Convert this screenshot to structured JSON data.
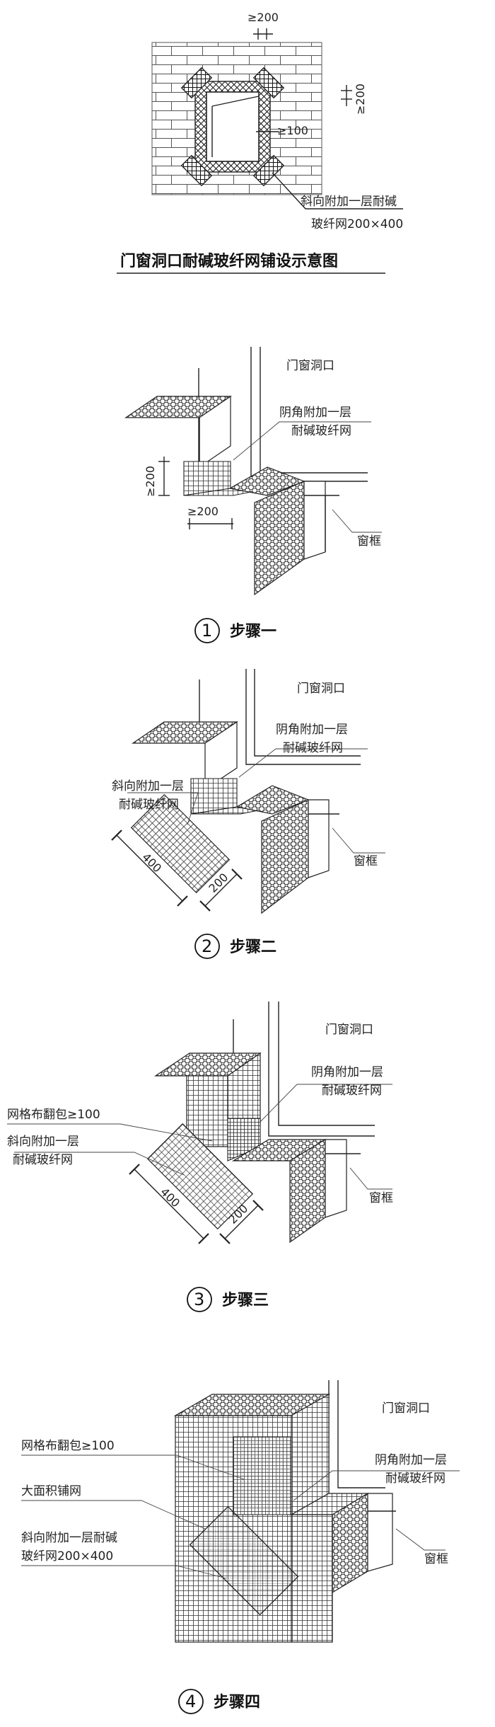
{
  "fig_top": {
    "dim_top": "≥200",
    "dim_right": "≥200",
    "dim_inner": "≥100",
    "note_line1": "斜向附加一层耐碱",
    "note_line2": "玻纤网200×400",
    "title": "门窗洞口耐碱玻纤网铺设示意图"
  },
  "step1": {
    "label_opening": "门窗洞口",
    "label_corner_1": "阴角附加一层",
    "label_corner_2": "耐碱玻纤网",
    "label_frame": "窗框",
    "dim_v": "≥200",
    "dim_h": "≥200",
    "num": "1",
    "caption": "步骤一"
  },
  "step2": {
    "label_opening": "门窗洞口",
    "label_corner_1": "阴角附加一层",
    "label_corner_2": "耐碱玻纤网",
    "label_diag_1": "斜向附加一层",
    "label_diag_2": "耐碱玻纤网",
    "label_frame": "窗框",
    "dim_long": "400",
    "dim_short": "200",
    "num": "2",
    "caption": "步骤二"
  },
  "step3": {
    "label_opening": "门窗洞口",
    "label_wrap": "网格布翻包≥100",
    "label_corner_1": "阴角附加一层",
    "label_corner_2": "耐碱玻纤网",
    "label_diag_1": "斜向附加一层",
    "label_diag_2": "耐碱玻纤网",
    "label_frame": "窗框",
    "dim_long": "400",
    "dim_short": "200",
    "num": "3",
    "caption": "步骤三"
  },
  "step4": {
    "label_opening": "门窗洞口",
    "label_wrap": "网格布翻包≥100",
    "label_corner_1": "阴角附加一层",
    "label_corner_2": "耐碱玻纤网",
    "label_bigmesh": "大面积铺网",
    "label_diag_1": "斜向附加一层耐碱",
    "label_diag_2": "玻纤网200×400",
    "label_frame": "窗框",
    "num": "4",
    "caption": "步骤四"
  }
}
